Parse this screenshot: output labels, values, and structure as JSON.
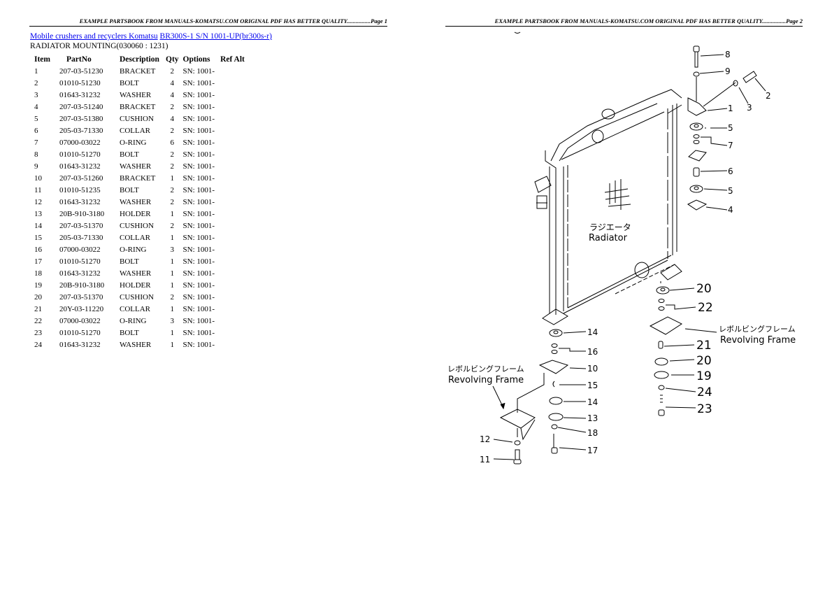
{
  "page1": {
    "header": "EXAMPLE PARTSBOOK FROM MANUALS-KOMATSU.COM ORIGINAL PDF HAS BETTER QUALITY................Page 1",
    "breadcrumb": {
      "link1": "Mobile crushers and recyclers Komatsu",
      "link2": "BR300S-1 S/N 1001-UP(br300s-r)"
    },
    "section_title": "RADIATOR MOUNTING(030060 : 1231)",
    "table": {
      "headers": [
        "Item",
        "PartNo",
        "Description",
        "Qty",
        "Options",
        "Ref Alt"
      ],
      "rows": [
        {
          "item": "1",
          "partno": "207-03-51230",
          "desc": "BRACKET",
          "qty": "2",
          "options": "SN: 1001-"
        },
        {
          "item": "2",
          "partno": "01010-51230",
          "desc": "BOLT",
          "qty": "4",
          "options": "SN: 1001-"
        },
        {
          "item": "3",
          "partno": "01643-31232",
          "desc": "WASHER",
          "qty": "4",
          "options": "SN: 1001-"
        },
        {
          "item": "4",
          "partno": "207-03-51240",
          "desc": "BRACKET",
          "qty": "2",
          "options": "SN: 1001-"
        },
        {
          "item": "5",
          "partno": "207-03-51380",
          "desc": "CUSHION",
          "qty": "4",
          "options": "SN: 1001-"
        },
        {
          "item": "6",
          "partno": "205-03-71330",
          "desc": "COLLAR",
          "qty": "2",
          "options": "SN: 1001-"
        },
        {
          "item": "7",
          "partno": "07000-03022",
          "desc": "O-RING",
          "qty": "6",
          "options": "SN: 1001-"
        },
        {
          "item": "8",
          "partno": "01010-51270",
          "desc": "BOLT",
          "qty": "2",
          "options": "SN: 1001-"
        },
        {
          "item": "9",
          "partno": "01643-31232",
          "desc": "WASHER",
          "qty": "2",
          "options": "SN: 1001-"
        },
        {
          "item": "10",
          "partno": "207-03-51260",
          "desc": "BRACKET",
          "qty": "1",
          "options": "SN: 1001-"
        },
        {
          "item": "11",
          "partno": "01010-51235",
          "desc": "BOLT",
          "qty": "2",
          "options": "SN: 1001-"
        },
        {
          "item": "12",
          "partno": "01643-31232",
          "desc": "WASHER",
          "qty": "2",
          "options": "SN: 1001-"
        },
        {
          "item": "13",
          "partno": "20B-910-3180",
          "desc": "HOLDER",
          "qty": "1",
          "options": "SN: 1001-"
        },
        {
          "item": "14",
          "partno": "207-03-51370",
          "desc": "CUSHION",
          "qty": "2",
          "options": "SN: 1001-"
        },
        {
          "item": "15",
          "partno": "205-03-71330",
          "desc": "COLLAR",
          "qty": "1",
          "options": "SN: 1001-"
        },
        {
          "item": "16",
          "partno": "07000-03022",
          "desc": "O-RING",
          "qty": "3",
          "options": "SN: 1001-"
        },
        {
          "item": "17",
          "partno": "01010-51270",
          "desc": "BOLT",
          "qty": "1",
          "options": "SN: 1001-"
        },
        {
          "item": "18",
          "partno": "01643-31232",
          "desc": "WASHER",
          "qty": "1",
          "options": "SN: 1001-"
        },
        {
          "item": "19",
          "partno": "20B-910-3180",
          "desc": "HOLDER",
          "qty": "1",
          "options": "SN: 1001-"
        },
        {
          "item": "20",
          "partno": "207-03-51370",
          "desc": "CUSHION",
          "qty": "2",
          "options": "SN: 1001-"
        },
        {
          "item": "21",
          "partno": "20Y-03-11220",
          "desc": "COLLAR",
          "qty": "1",
          "options": "SN: 1001-"
        },
        {
          "item": "22",
          "partno": "07000-03022",
          "desc": "O-RING",
          "qty": "3",
          "options": "SN: 1001-"
        },
        {
          "item": "23",
          "partno": "01010-51270",
          "desc": "BOLT",
          "qty": "1",
          "options": "SN: 1001-"
        },
        {
          "item": "24",
          "partno": "01643-31232",
          "desc": "WASHER",
          "qty": "1",
          "options": "SN: 1001-"
        }
      ]
    }
  },
  "page2": {
    "header": "EXAMPLE PARTSBOOK FROM MANUALS-KOMATSU.COM ORIGINAL PDF HAS BETTER QUALITY................Page 2",
    "diagram": {
      "radiator_jp": "ラジエータ",
      "radiator_en": "Radiator",
      "frame_jp": "レボルビングフレーム",
      "frame_en": "Revolving Frame",
      "callouts": [
        "1",
        "2",
        "3",
        "4",
        "5",
        "6",
        "7",
        "8",
        "9",
        "10",
        "11",
        "12",
        "13",
        "14",
        "15",
        "16",
        "17",
        "18",
        "19",
        "20",
        "21",
        "22",
        "23",
        "24"
      ]
    }
  }
}
